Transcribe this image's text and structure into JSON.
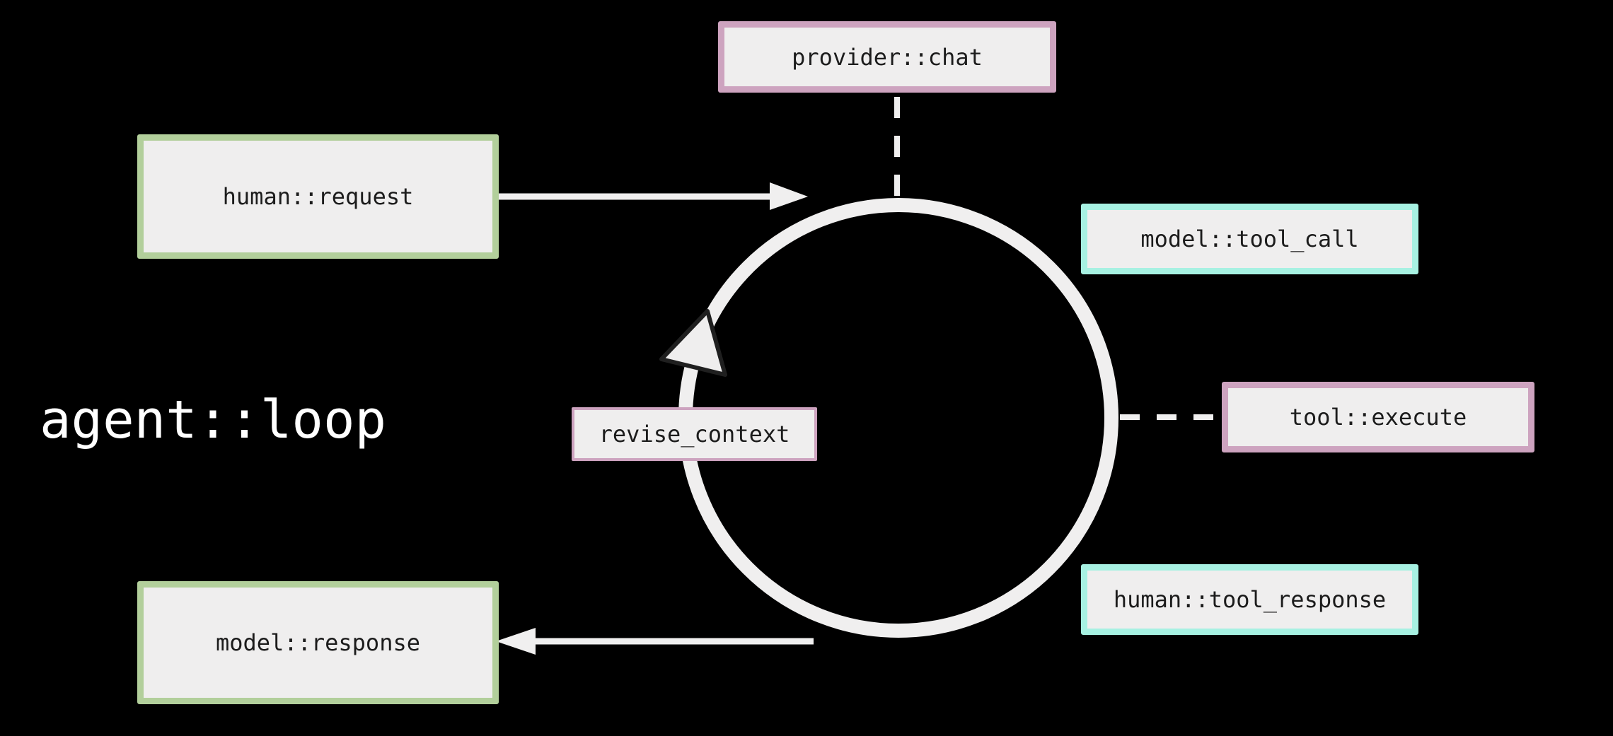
{
  "title": {
    "label": "agent::loop"
  },
  "nodes": {
    "provider_chat": {
      "label": "provider::chat",
      "accent_color": "#cda3bf"
    },
    "human_request": {
      "label": "human::request",
      "accent_color": "#b2cf9b"
    },
    "model_tool_call": {
      "label": "model::tool_call",
      "accent_color": "#a7f1e2"
    },
    "tool_execute": {
      "label": "tool::execute",
      "accent_color": "#cda3bf"
    },
    "human_tool_response": {
      "label": "human::tool_response",
      "accent_color": "#a7f1e2"
    },
    "model_response": {
      "label": "model::response",
      "accent_color": "#b2cf9b"
    },
    "revise_context": {
      "label": "revise_context",
      "accent_color": "#cda3bf"
    }
  },
  "colors": {
    "background": "#000000",
    "node_fill": "#efeeee",
    "node_text": "#1c1c1c",
    "line": "#f0efef",
    "green_accent": "#b2cf9b",
    "pink_accent": "#cda3bf",
    "cyan_accent": "#a7f1e2",
    "title_text": "#ffffff",
    "arrowhead_outline": "#1f1f1f"
  }
}
